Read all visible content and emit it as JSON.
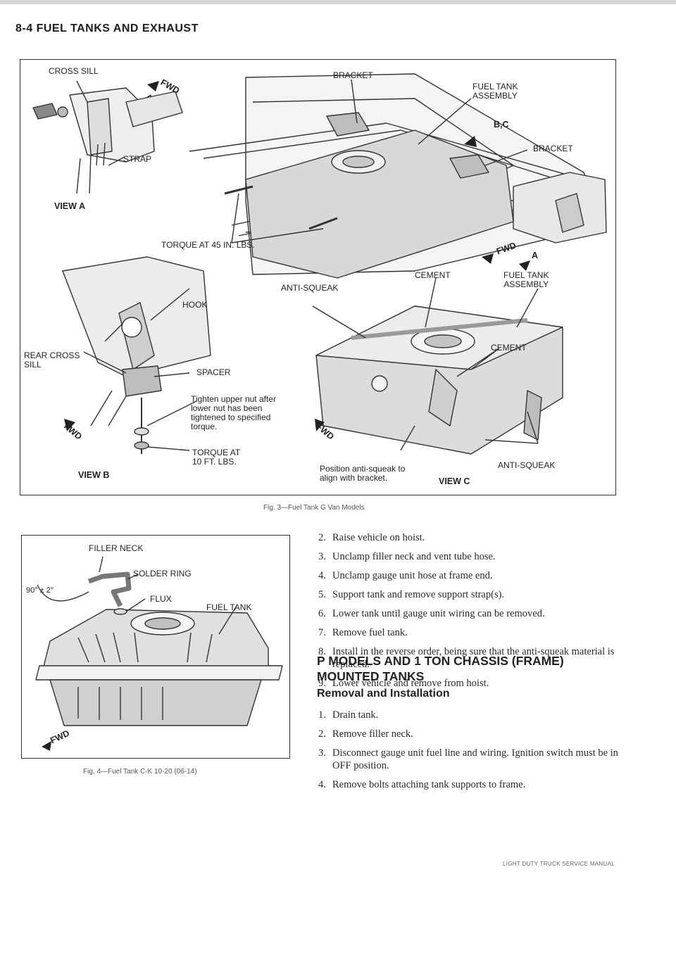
{
  "header": {
    "title": "8-4 FUEL TANKS AND EXHAUST"
  },
  "figure3": {
    "labels": {
      "cross_sill": "CROSS SILL",
      "fwd": "FWD",
      "strap": "STRAP",
      "view_a": "VIEW A",
      "bracket_top": "BRACKET",
      "fuel_tank_assembly_top": "FUEL TANK\nASSEMBLY",
      "bc": "B,C",
      "bracket_right": "BRACKET",
      "torque_45": "TORQUE AT 45 IN. LBS.",
      "a": "A",
      "hook": "HOOK",
      "rear_cross_sill": "REAR CROSS\nSILL",
      "spacer": "SPACER",
      "tighten_note": "Tighten upper nut after lower nut has been tightened to specified torque.",
      "torque_10": "TORQUE AT\n10 FT. LBS.",
      "view_b": "VIEW B",
      "anti_squeak_top": "ANTI-SQUEAK",
      "cement_top": "CEMENT",
      "fuel_tank_assembly_c": "FUEL TANK\nASSEMBLY",
      "cement_mid": "CEMENT",
      "position_note": "Position anti-squeak to\nalign with bracket.",
      "view_c": "VIEW C",
      "anti_squeak_bottom": "ANTI-SQUEAK"
    },
    "caption": "Fig. 3—Fuel Tank   G Van Models"
  },
  "figure4": {
    "labels": {
      "filler_neck": "FILLER NECK",
      "solder_ring": "SOLDER RING",
      "angle": "90° ± 2°",
      "flux": "FLUX",
      "fuel_tank": "FUEL TANK",
      "fwd": "FWD"
    },
    "caption": "Fig. 4—Fuel Tank   C-K 10-20 (06-14)"
  },
  "steps_a": [
    {
      "num": "2.",
      "text": "Raise vehicle on hoist."
    },
    {
      "num": "3.",
      "text": "Unclamp filler neck and vent tube hose."
    },
    {
      "num": "4.",
      "text": "Unclamp gauge unit hose at frame end."
    },
    {
      "num": "5.",
      "text": "Support tank and remove support strap(s)."
    },
    {
      "num": "6.",
      "text": "Lower tank until gauge unit wiring can be removed."
    },
    {
      "num": "7.",
      "text": "Remove fuel tank."
    },
    {
      "num": "8.",
      "text": "Install in the reverse order, being sure that the anti-squeak material is replaced."
    },
    {
      "num": "9.",
      "text": "Lower vehicle and remove from hoist."
    }
  ],
  "section": {
    "title": "P MODELS AND 1 TON CHASSIS (FRAME) MOUNTED TANKS",
    "subtitle": "Removal and Installation"
  },
  "steps_b": [
    {
      "num": "1.",
      "text": "Drain tank."
    },
    {
      "num": "2.",
      "text": "Remove filler neck."
    },
    {
      "num": "3.",
      "text": "Disconnect gauge unit fuel line and wiring. Ignition switch must be in OFF position."
    },
    {
      "num": "4.",
      "text": "Remove bolts attaching tank supports to frame."
    }
  ],
  "footer": {
    "text": "LIGHT DUTY TRUCK SERVICE MANUAL"
  }
}
